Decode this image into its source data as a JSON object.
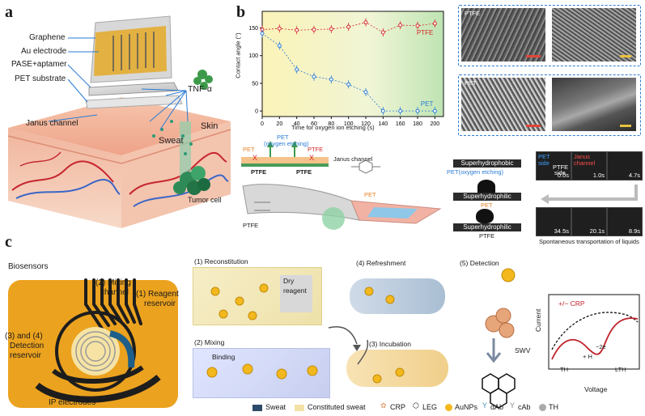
{
  "panels": {
    "a": "a",
    "b": "b",
    "c": "c"
  },
  "panel_a": {
    "layers": [
      "Graphene",
      "Au electrode",
      "PASE+aptamer",
      "PET substrate"
    ],
    "tnf": "TNF-α",
    "janus": "Janus channel",
    "sweat": "Sweat",
    "skin": "Skin",
    "tumor": "Tumor cell"
  },
  "chart_data": {
    "type": "scatter",
    "xlabel": "Time for oxygen ion etching (s)",
    "ylabel": "Contact angle (°)",
    "xlim": [
      0,
      210
    ],
    "ylim": [
      -10,
      180
    ],
    "xticks": [
      0,
      20,
      40,
      60,
      80,
      100,
      120,
      140,
      160,
      180,
      200
    ],
    "yticks": [
      0,
      50,
      100,
      150
    ],
    "series": [
      {
        "name": "PTFE",
        "x": [
          0,
          20,
          40,
          60,
          80,
          100,
          120,
          140,
          160,
          180,
          200
        ],
        "y": [
          147,
          149,
          146,
          147,
          148,
          152,
          160,
          142,
          155,
          154,
          158
        ],
        "color": "#d62728"
      },
      {
        "name": "PET",
        "x": [
          0,
          20,
          40,
          60,
          80,
          100,
          120,
          140,
          160,
          180,
          200
        ],
        "y": [
          140,
          118,
          75,
          62,
          57,
          48,
          34,
          0,
          0,
          0,
          0
        ],
        "color": "#2a7bd4"
      }
    ]
  },
  "panel_b": {
    "sem_labels": [
      "PTFE",
      "PET"
    ],
    "schematic": {
      "pet_top": "PET",
      "oxygen_top": "(oxygen etching)",
      "pet_small": "PET",
      "ptfe_small": "PTFE",
      "janus": "Janus channel",
      "ptfe_left": "PTFE",
      "ptfe_right": "PTFE",
      "monomer_label": "PET",
      "polymer_label": "PTFE"
    },
    "bars": [
      "Superhydrophobic",
      "Superhydrophilic",
      "Superhydrophilic"
    ],
    "bar_captions": [
      "PET(oxygen etching)",
      "PET",
      "PTFE"
    ],
    "video": {
      "pet_side": "PET",
      "pet_side2": "side",
      "janus": "Janus",
      "channel": "channel",
      "ptfe_side": "PTFE",
      "ptfe_side2": "side",
      "times": [
        "0.0s",
        "1.0s",
        "4.7s",
        "34.5s",
        "20.1s",
        "8.9s"
      ],
      "caption": "Spontaneous transportation of liquids"
    }
  },
  "panel_c": {
    "biosensors": "Biosensors",
    "mixing": "(2) Mixing",
    "mixing2": "channel",
    "reagent": "(1) Reagent",
    "reagent2": "reservoir",
    "detection": "(3) and (4)",
    "detection2": "Detection",
    "detection3": "reservoir",
    "ip": "IP electrodes",
    "steps": [
      "(1) Reconstitution",
      "(2) Mixing",
      "(4) Refreshment",
      "(3) Incubation",
      "(5) Detection"
    ],
    "dry": "Dry",
    "dry2": "reagent",
    "binding": "Binding",
    "swv": "SWV",
    "crp": "+/− CRP",
    "current": "Current",
    "voltage": "Voltage",
    "th": "TH",
    "lth": "LTH",
    "reaction_h": "+ H",
    "reaction_e": "−2e",
    "legend": [
      "Sweat",
      "Constituted sweat",
      "CRP",
      "LEG",
      "AuNPs",
      "dAb",
      "cAb",
      "TH"
    ]
  }
}
